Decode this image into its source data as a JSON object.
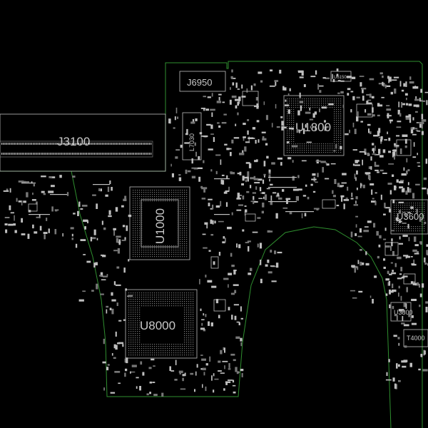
{
  "board": {
    "background": "#000000",
    "outline_color": "#2f8f2f",
    "silk_color": "#bdbdbd",
    "connectors": {
      "j3100": "J3100",
      "j6950": "J6950"
    },
    "chips": {
      "u1800": "U1800",
      "u1000": "U1000",
      "u8000": "U8000",
      "u3600": "U3600",
      "u3800": "U3800",
      "t4000": "T4000",
      "l7030": "L7030",
      "u6150": "U6150"
    }
  }
}
